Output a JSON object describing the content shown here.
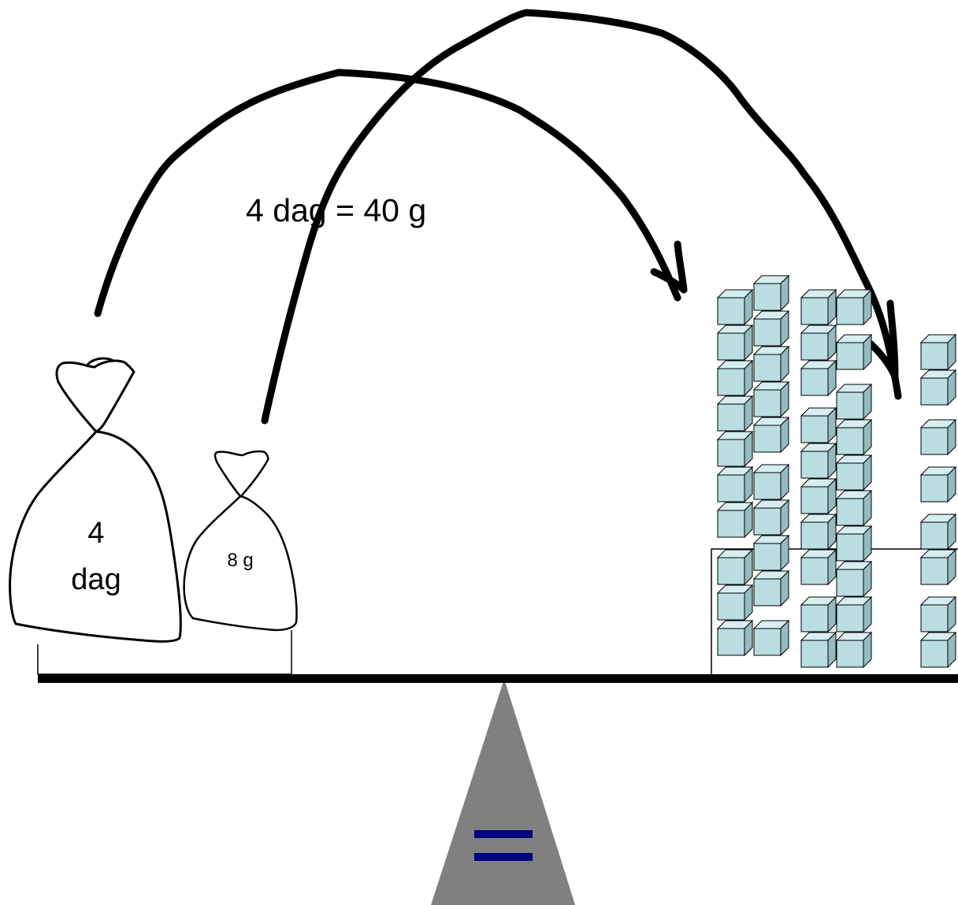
{
  "equation": {
    "text": "4 dag = 40 g"
  },
  "left_pan": {
    "big_bag": {
      "line1": "4",
      "line2": "dag"
    },
    "small_bag": {
      "label": "8 g"
    }
  },
  "right_pan": {
    "cube_count": 48,
    "cube_color": "#b9dde0"
  },
  "fulcrum": {
    "symbol": "=",
    "fulcrum_color": "#808080",
    "symbol_color": "#000080"
  },
  "colors": {
    "ink": "#000000",
    "background": "#ffffff"
  }
}
